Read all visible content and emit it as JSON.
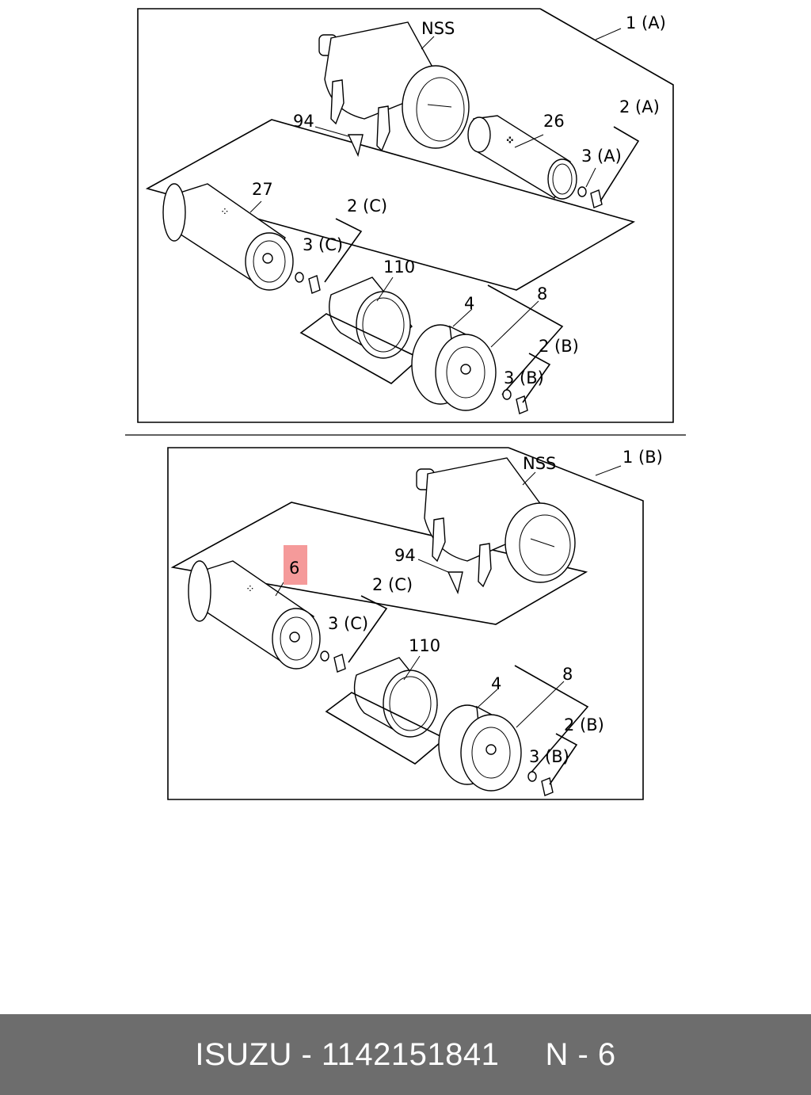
{
  "diagram_a": {
    "assembly": "1 (A)",
    "nss": "NSS",
    "p94": "94",
    "p26": "26",
    "p2a": "2 (A)",
    "p3a": "3 (A)",
    "p27": "27",
    "p2c": "2 (C)",
    "p3c": "3 (C)",
    "p110": "110",
    "p4": "4",
    "p8": "8",
    "p2b": "2 (B)",
    "p3b": "3 (B)"
  },
  "diagram_b": {
    "assembly": "1 (B)",
    "nss": "NSS",
    "p94": "94",
    "p6": "6",
    "p2c": "2 (C)",
    "p3c": "3 (C)",
    "p110": "110",
    "p4": "4",
    "p8": "8",
    "p2b": "2 (B)",
    "p3b": "3 (B)"
  },
  "highlight_color": "#f59a9a",
  "footer": {
    "text": "ISUZU - 1142151841     N - 6"
  }
}
